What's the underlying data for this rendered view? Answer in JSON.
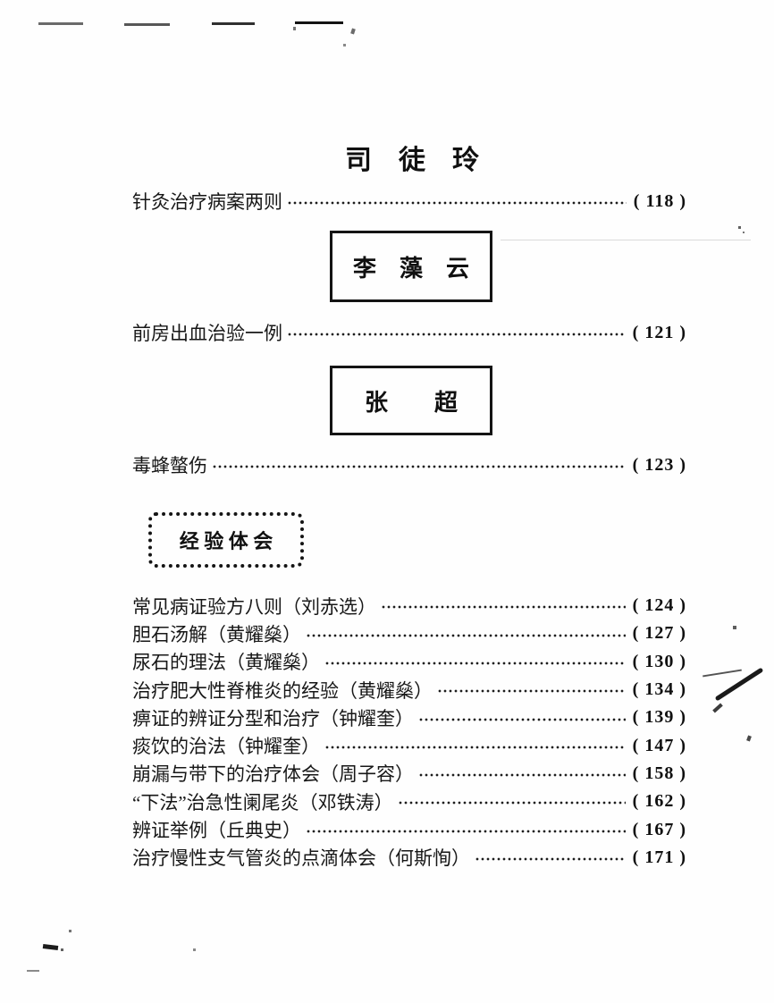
{
  "page": {
    "background": "#fefefe",
    "ink": "#161616"
  },
  "sections": {
    "situling": {
      "heading": "司　徒　玲"
    },
    "entry_118": {
      "title": "针灸治疗病案两则",
      "page": "( 118 )"
    },
    "lizaoyun": {
      "heading": "李　藻　云"
    },
    "entry_121": {
      "title": "前房出血治验一例",
      "page": "( 121 )"
    },
    "zhangchao": {
      "heading": "张　　超"
    },
    "entry_123": {
      "title": "毒蜂螫伤",
      "page": "( 123 )"
    },
    "experience": {
      "box_label": "经 验 体 会",
      "entries": [
        {
          "title": "常见病证验方八则（刘赤选）",
          "page": "( 124 )"
        },
        {
          "title": "胆石汤解（黄耀燊）",
          "page": "( 127 )"
        },
        {
          "title": "尿石的理法（黄耀燊）",
          "page": "( 130 )"
        },
        {
          "title": "治疗肥大性脊椎炎的经验（黄耀燊）",
          "page": "( 134 )"
        },
        {
          "title": "痹证的辨证分型和治疗（钟耀奎）",
          "page": "( 139 )"
        },
        {
          "title": "痰饮的治法（钟耀奎）",
          "page": "( 147 )"
        },
        {
          "title": "崩漏与带下的治疗体会（周子容）",
          "page": "( 158 )"
        },
        {
          "title": "“下法”治急性阑尾炎（邓铁涛）",
          "page": "( 162 )"
        },
        {
          "title": "辨证举例（丘典史）",
          "page": "( 167 )"
        },
        {
          "title": "治疗慢性支气管炎的点滴体会（何斯恂）",
          "page": "( 171 )"
        }
      ]
    }
  }
}
